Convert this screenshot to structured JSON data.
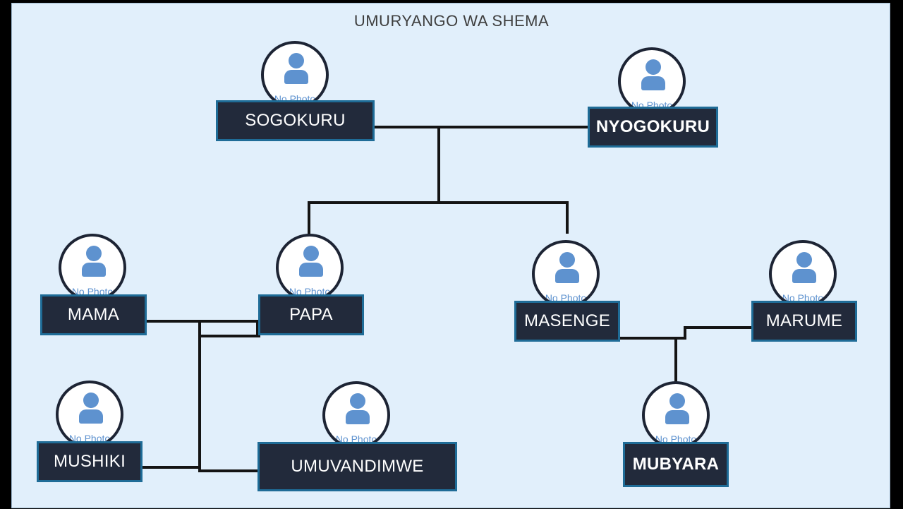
{
  "title": "UMURYANGO WA SHEMA",
  "no_photo_label": "No Photo",
  "people": {
    "sogokuru": "SOGOKURU",
    "nyogokuru": "NYOGOKURU",
    "mama": "MAMA",
    "papa": "PAPA",
    "masenge": "MASENGE",
    "marume": "MARUME",
    "mushiki": "MUSHIKI",
    "umuvandimwe": "UMUVANDIMWE",
    "mubyara": "MUBYARA"
  },
  "colors": {
    "background": "#e1effb",
    "name_box": "#222a3b",
    "name_border": "#1f6c97",
    "avatar_icon": "#5e92cf",
    "connector": "#141414"
  }
}
